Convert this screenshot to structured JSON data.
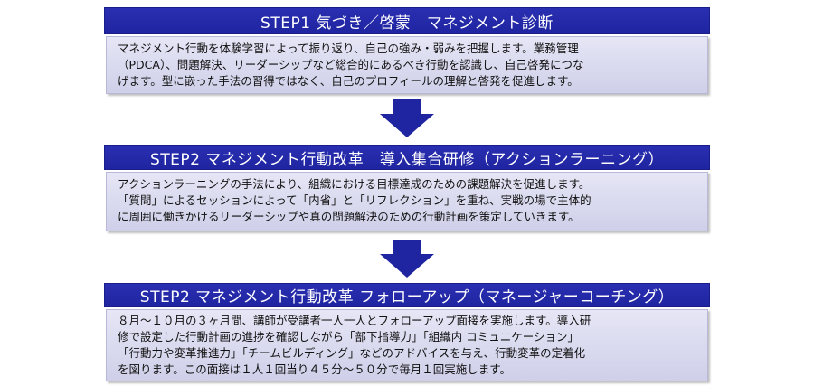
{
  "steps": [
    {
      "title": "STEP1 気づき／啓蒙　マネジメント診断",
      "lines": [
        "マネジメント行動を体験学習によって振り返り、自己の強み・弱みを把握します。業務管理",
        "（PDCA）、問題解決、リーダーシップなど総合的にあるべき行動を認識し、自己啓発につな",
        "げます。型に嵌った手法の習得ではなく、自己のプロフィールの理解と啓発を促進します。"
      ]
    },
    {
      "title": "STEP2 マネジメント行動改革　導入集合研修（アクションラーニング）",
      "lines": [
        "アクションラーニングの手法により、組織における目標達成のための課題解決を促進します。",
        "「質問」によるセッションによって「内省」と「リフレクション」を重ね、実戦の場で主体的",
        "に周囲に働きかけるリーダーシップや真の問題解決のための行動計画を策定していきます。"
      ]
    },
    {
      "title": "STEP2 マネジメント行動改革 フォローアップ（マネージャーコーチング）",
      "lines": [
        "８月～１０月の３ヶ月間、講師が受講者一人一人とフォローアップ面接を実施します。導入研",
        "修で設定した行動計画の進捗を確認しながら「部下指導力」「組織内 コミュニケーション」",
        "「行動力や変革推進力」「チームビルディング」などのアドバイスを与え、行動変革の定着化",
        "を図ります。この面接は１人１回当り４５分～５０分で毎月１回実施します。"
      ]
    }
  ],
  "colors": {
    "header": "#1f24a0",
    "body": "#d9d9f0",
    "arrow": "#1f24a0"
  }
}
